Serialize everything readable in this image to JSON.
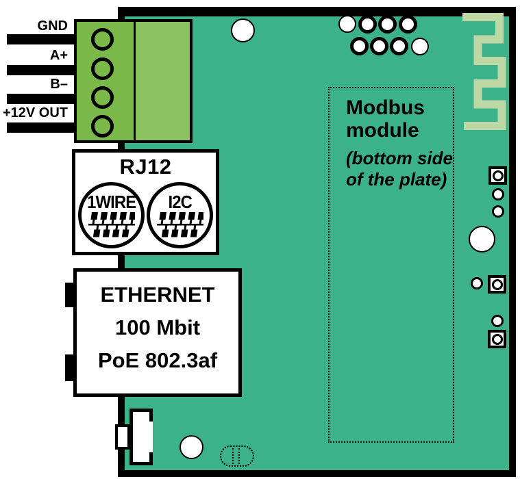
{
  "diagram": {
    "subject": "Modbus module PCB connector diagram"
  },
  "colors": {
    "board": "#3CB28A",
    "terminal_block": "#7BB84A",
    "terminal_block_light": "#8CC15E",
    "antenna_trace": "#BED8A5",
    "outline": "#000000",
    "component_fill": "#FFFFFF"
  },
  "power_header": {
    "wires": [
      {
        "label": "GND"
      },
      {
        "label": "A+"
      },
      {
        "label": "B–"
      },
      {
        "label": "+12V OUT"
      }
    ]
  },
  "rj12": {
    "title": "RJ12",
    "ports": [
      {
        "label": "1WIRE",
        "icon": "pin-rows-icon"
      },
      {
        "label": "I2C",
        "icon": "pin-rows-icon"
      }
    ]
  },
  "ethernet": {
    "line1": "ETHERNET",
    "line2": "100 Mbit",
    "line3": "PoE 802.3af"
  },
  "modbus": {
    "title_line1": "Modbus",
    "title_line2": "module",
    "note_line1": "(bottom side",
    "note_line2": "of the plate)"
  }
}
